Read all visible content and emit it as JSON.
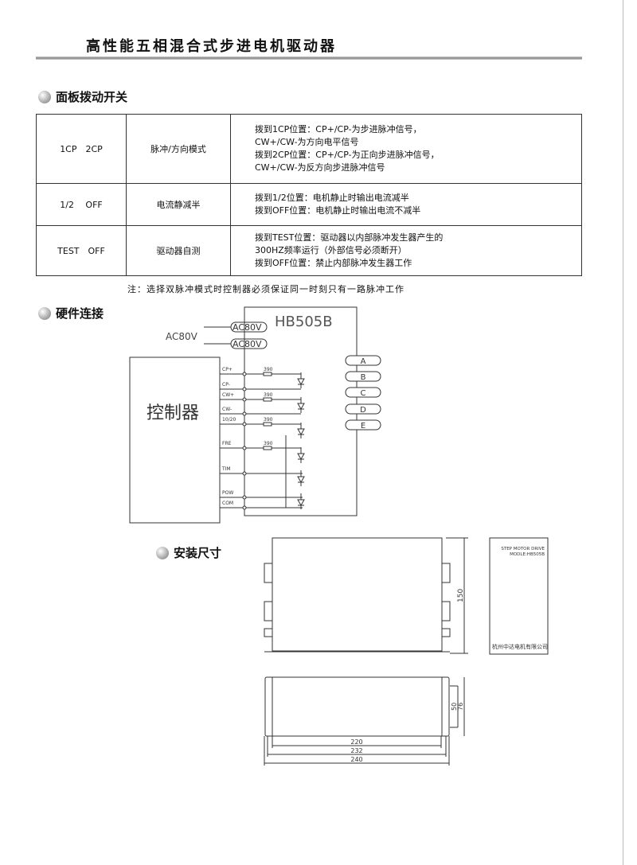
{
  "title": "高性能五相混合式步进电机驱动器",
  "sections": {
    "switch": "面板拨动开关",
    "wiring": "硬件连接",
    "dims": "安装尺寸"
  },
  "switch_table": [
    {
      "pos": "1CP　2CP",
      "func": "脉冲/方向模式",
      "desc": [
        "拨到1CP位置：CP+/CP-为步进脉冲信号，",
        "CW+/CW-为方向电平信号",
        "拨到2CP位置：CP+/CP-为正向步进脉冲信号，",
        "CW+/CW-为反方向步进脉冲信号"
      ]
    },
    {
      "pos": "1/2　 OFF",
      "func": "电流静减半",
      "desc": [
        "拨到1/2位置：电机静止时输出电流减半",
        "拨到OFF位置：电机静止时输出电流不减半"
      ]
    },
    {
      "pos": "TEST　OFF",
      "func": "驱动器自测",
      "desc": [
        "拨到TEST位置：驱动器以内部脉冲发生器产生的",
        "300HZ频率运行（外部信号必须断开）",
        "拨到OFF位置：禁止内部脉冲发生器工作"
      ]
    }
  ],
  "note": "注：选择双脉冲模式时控制器必须保证同一时刻只有一路脉冲工作",
  "wiring": {
    "driver_model": "HB505B",
    "ac_label": "AC80V",
    "ac_terminals": [
      "AC80V",
      "AC80V"
    ],
    "controller": "控制器",
    "signals": [
      "CP+",
      "CP-",
      "CW+",
      "CW-",
      "10/20",
      "FRE",
      "TIM",
      "POW",
      "COM"
    ],
    "resistor": "390",
    "phases": [
      "A",
      "B",
      "C",
      "D",
      "E"
    ]
  },
  "dims": {
    "height": "150",
    "w1": "220",
    "w2": "232",
    "w3": "240",
    "h1": "50",
    "h2": "76",
    "label_lines": [
      "STEP MOTOR DRIVE",
      "MODLE:HB505B"
    ],
    "company": "杭州中达电机有限公司"
  }
}
